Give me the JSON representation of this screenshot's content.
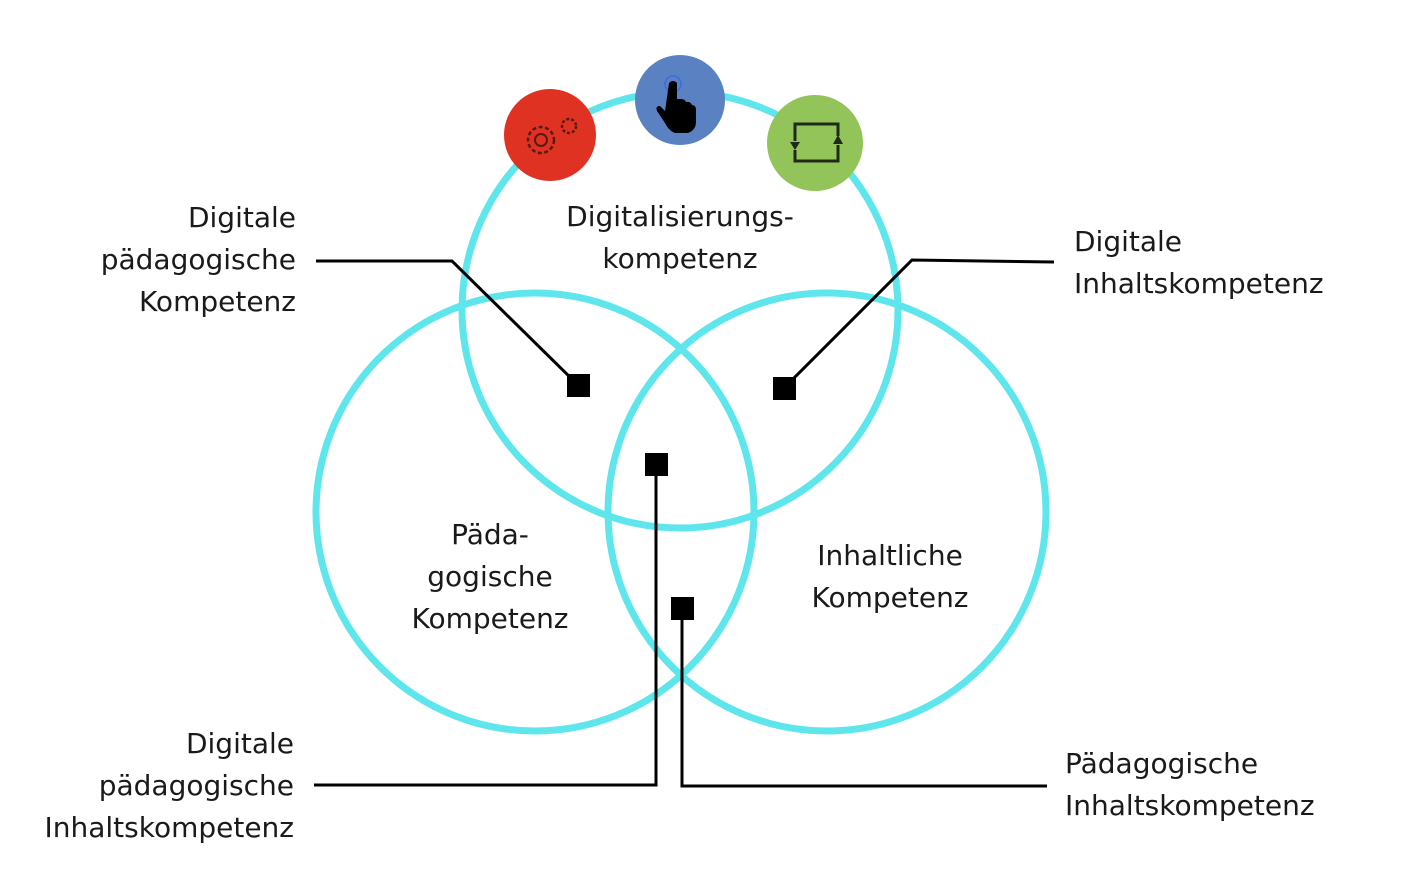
{
  "colors": {
    "circle": "#5ee6ec",
    "gear": "#e03222",
    "hand": "#5a82c2",
    "cycle": "#92c45a",
    "marker": "#000000"
  },
  "circles": {
    "top": [
      "Digitalisierungs-",
      "kompetenz"
    ],
    "left": [
      "Päda-",
      "gogische",
      "Kompetenz"
    ],
    "right": [
      "Inhaltliche",
      "Kompetenz"
    ]
  },
  "callouts": {
    "top_left": [
      "Digitale",
      "pädagogische",
      "Kompetenz"
    ],
    "top_right": [
      "Digitale",
      "Inhaltskompetenz"
    ],
    "bottom_left": [
      "Digitale",
      "pädagogische",
      "Inhaltskompetenz"
    ],
    "bottom_right": [
      "Pädagogische",
      "Inhaltskompetenz"
    ]
  },
  "icons": [
    "gear-icon",
    "pointer-hand-icon",
    "cycle-icon"
  ]
}
